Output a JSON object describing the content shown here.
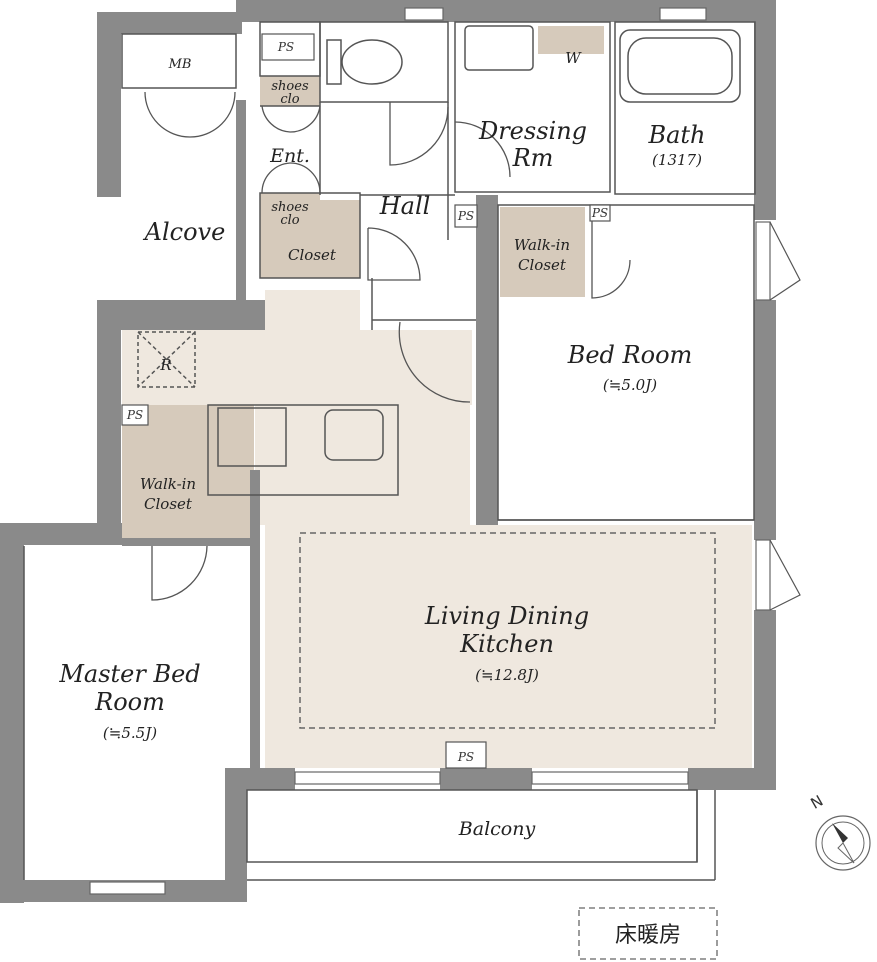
{
  "rooms": {
    "alcove": "Alcove",
    "mb": "MB",
    "entrance": "Ent.",
    "shoes_top_1": "shoes",
    "shoes_top_2": "clo",
    "shoes_bottom_1": "shoes",
    "shoes_bottom_2": "clo",
    "closet": "Closet",
    "hall": "Hall",
    "dressing_1": "Dressing",
    "dressing_2": "Rm",
    "washer": "W",
    "bath": "Bath",
    "bath_size": "(1317)",
    "walkin_bed_1": "Walk-in",
    "walkin_bed_2": "Closet",
    "bed_room": "Bed Room",
    "bed_room_size": "(≒5.0J)",
    "refrigerator": "R",
    "walkin_master_1": "Walk-in",
    "walkin_master_2": "Closet",
    "ldk_1": "Living Dining",
    "ldk_2": "Kitchen",
    "ldk_size": "(≒12.8J)",
    "master_1": "Master Bed",
    "master_2": "Room",
    "master_size": "(≒5.5J)",
    "balcony": "Balcony"
  },
  "ps_label": "PS",
  "compass": {
    "north": "N"
  },
  "legend": {
    "floor_heating": "床暖房"
  },
  "colors": {
    "wall": "#8a8a8a",
    "floor_heated": "#efe8df",
    "storage": "#d6cabb",
    "line": "#555555"
  }
}
